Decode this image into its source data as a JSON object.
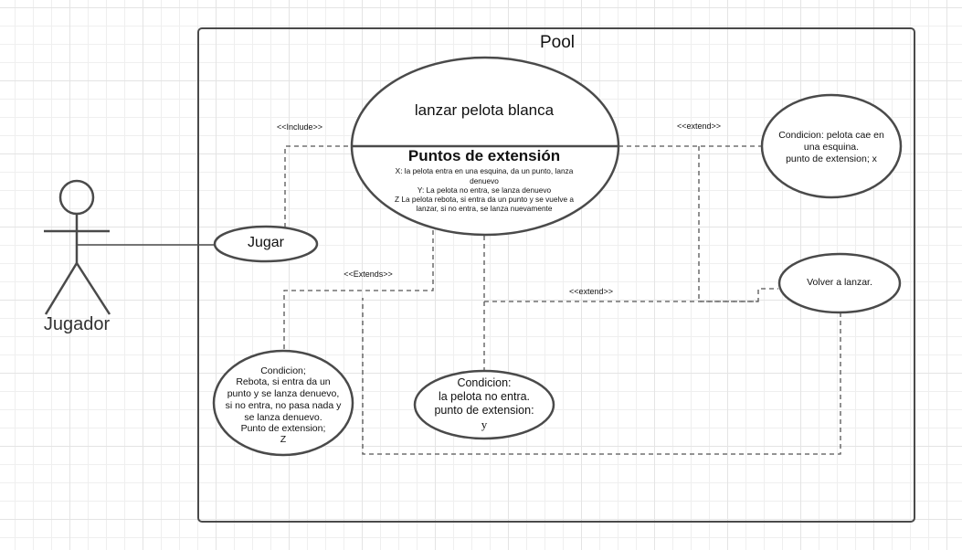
{
  "system": {
    "title": "Pool"
  },
  "actor": {
    "name": "Jugador"
  },
  "use_cases": {
    "main": {
      "name": "lanzar pelota blanca",
      "extension_heading": "Puntos de extensión",
      "extension_points": [
        "X: la pelota entra en una esquina, da un punto, lanza",
        "denuevo",
        "Y: La pelota no entra, se lanza denuevo",
        "Z La pelota rebota, si entra da un punto y se vuelve a",
        "lanzar, si no entra, se lanza nuevamente"
      ]
    },
    "jugar": {
      "name": "Jugar"
    },
    "cond_x": {
      "lines": [
        "Condicion: pelota cae en",
        "una esquina.",
        "punto de extension; x"
      ]
    },
    "volver": {
      "name": "Volver a lanzar."
    },
    "cond_y": {
      "lines": [
        "Condicion:",
        "la pelota no entra.",
        "punto de extension:",
        "y"
      ]
    },
    "cond_z": {
      "lines": [
        "Condicion;",
        "Rebota, si entra da un",
        "punto y se lanza denuevo,",
        "si no entra, no pasa nada y",
        "se lanza denuevo.",
        "Punto de extension;",
        "Z"
      ]
    }
  },
  "relations": {
    "include": "<<Include>>",
    "extend_top": "<<extend>>",
    "extends_left": "<<Extends>>",
    "extend_mid": "<<extend>>"
  },
  "colors": {
    "line": "#4a4a4a",
    "dashed": "#555555",
    "grid": "#e4e4e4"
  }
}
